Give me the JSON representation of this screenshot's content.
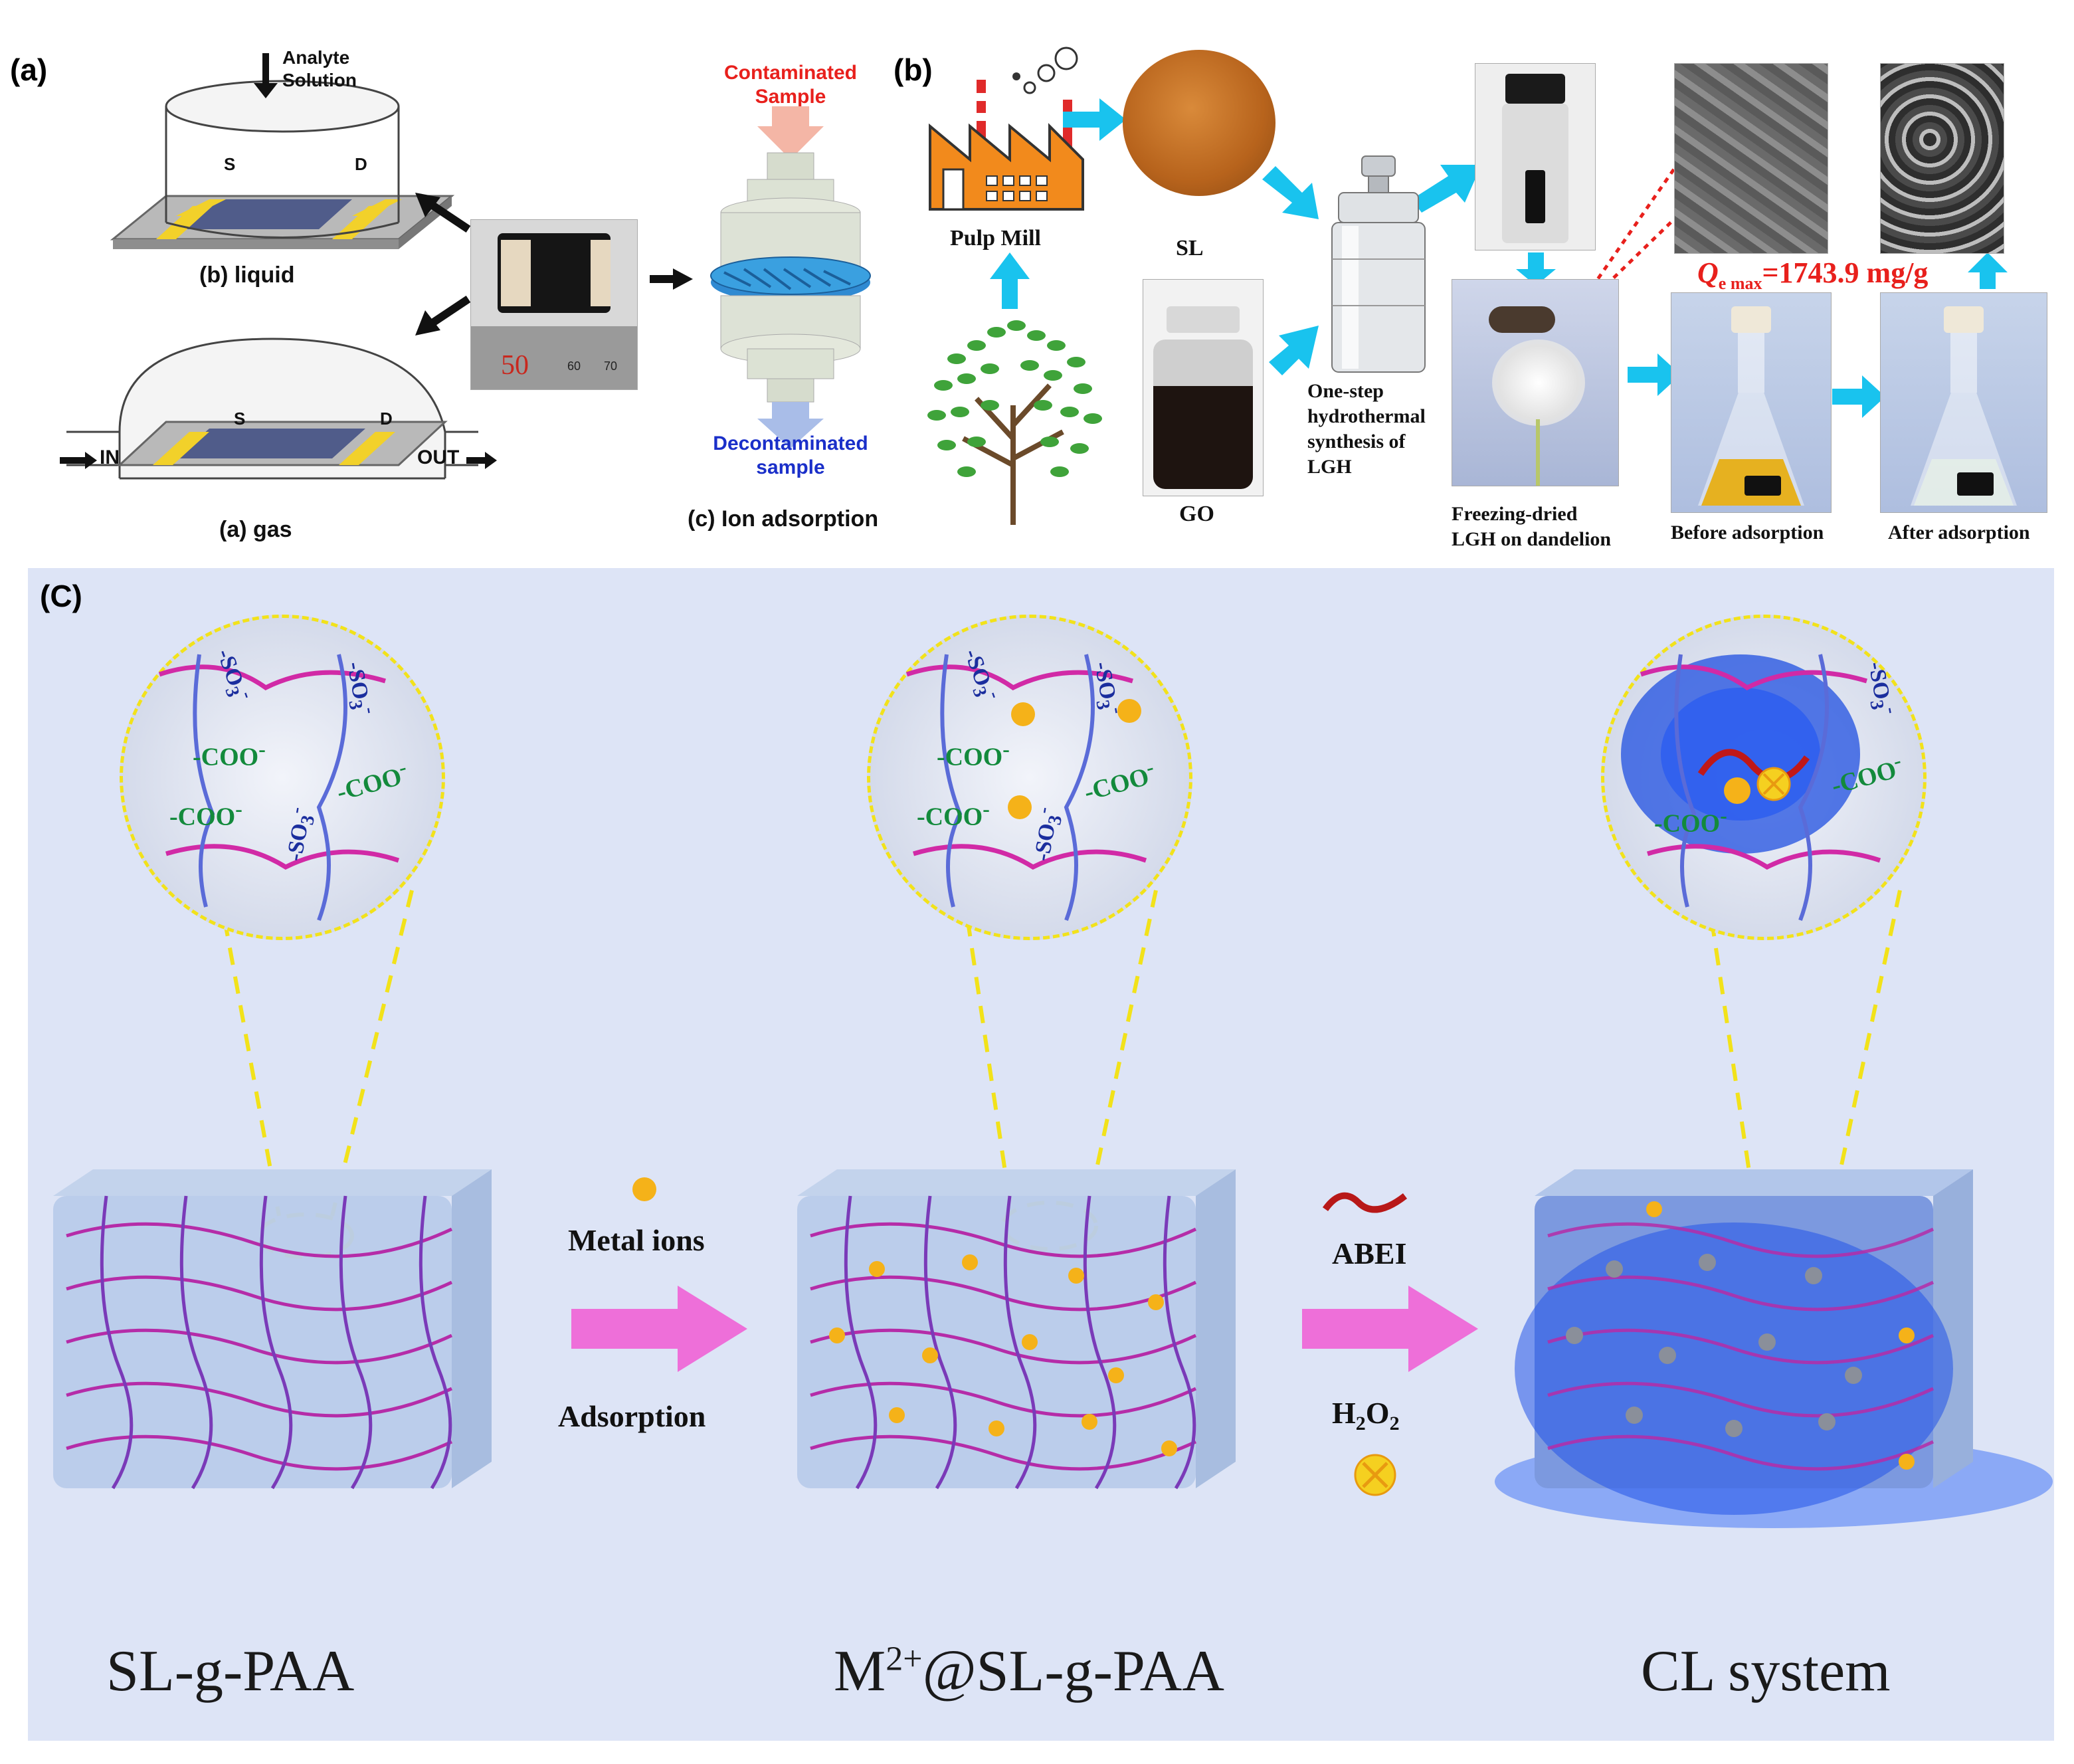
{
  "panel_a": {
    "label": "(a)",
    "analyte_line1": "Analyte",
    "analyte_line2": "Solution",
    "electrode_s": "S",
    "electrode_d": "D",
    "liquid_caption": "(b) liquid",
    "gas_caption": "(a) gas",
    "in_label": "IN",
    "out_label": "OUT",
    "ruler_number": "50",
    "ruler_ticks": [
      "60",
      "70"
    ],
    "contaminated_line1": "Contaminated",
    "contaminated_line2": "Sample",
    "decontaminated_line1": "Decontaminated",
    "decontaminated_line2": "sample",
    "ion_caption": "(c) Ion adsorption"
  },
  "panel_b": {
    "label": "(b)",
    "pulp_mill": "Pulp Mill",
    "sl": "SL",
    "go": "GO",
    "synthesis_lines": [
      "One-step",
      "hydrothermal",
      "synthesis of",
      "LGH"
    ],
    "dandelion_lines": [
      "Freezing-dried",
      "LGH on dandelion"
    ],
    "before": "Before adsorption",
    "after": "After adsorption",
    "qe_symbol": "Q",
    "qe_subscript": "e max",
    "qe_value": "=1743.9 mg/g"
  },
  "panel_c": {
    "label": "(C)",
    "metal_ions": "Metal ions",
    "adsorption": "Adsorption",
    "abei": "ABEI",
    "h2o2_h": "H",
    "h2o2_2a": "2",
    "h2o2_o": "O",
    "h2o2_2b": "2",
    "group_so3": "SO",
    "group_so3_sub": "3",
    "group_so3_sup": "-",
    "group_coo": "COO",
    "group_coo_sup": "-",
    "title_left": "SL-g-PAA",
    "title_mid_m": "M",
    "title_mid_sup": "2+",
    "title_mid_rest": "@SL-g-PAA",
    "title_right": "CL system"
  },
  "colors": {
    "panel_c_bg": "#dde4f6",
    "arrow_cyan": "#19c3ee",
    "arrow_pink": "#ee6fd9",
    "qe_red": "#e8201c",
    "contaminated_red": "#e8201c",
    "decontaminated_blue": "#1a2fc9",
    "sulfonate_blue": "#1b2e9e",
    "carboxylate_green": "#138a3c",
    "chain_magenta": "#d12aa6",
    "chain_blue": "#5a6bd8"
  }
}
